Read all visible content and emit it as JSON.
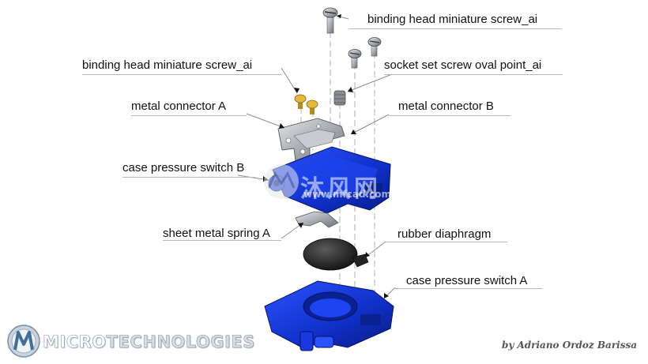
{
  "labels": {
    "screw_top": "binding head miniature screw_ai",
    "screw_left": "binding head miniature screw_ai",
    "socket_screw": "socket set screw oval point_ai",
    "connector_a": "metal connector A",
    "connector_b": "metal connector B",
    "case_b": "case pressure switch B",
    "spring_a": "sheet metal spring A",
    "diaphragm": "rubber diaphragm",
    "case_a": "case pressure switch A"
  },
  "brand": {
    "part1": "MICRO",
    "part2": "TECHNOLOGIES"
  },
  "author": "by Adriano Ordoz Barissa",
  "watermark": {
    "text": "沐风网",
    "url": "www.mfcad.com"
  },
  "colors": {
    "case_blue": "#1030c8",
    "metal": "#a9adb3",
    "gold": "#d7a62c",
    "diaphragm": "#1f1f1f"
  }
}
